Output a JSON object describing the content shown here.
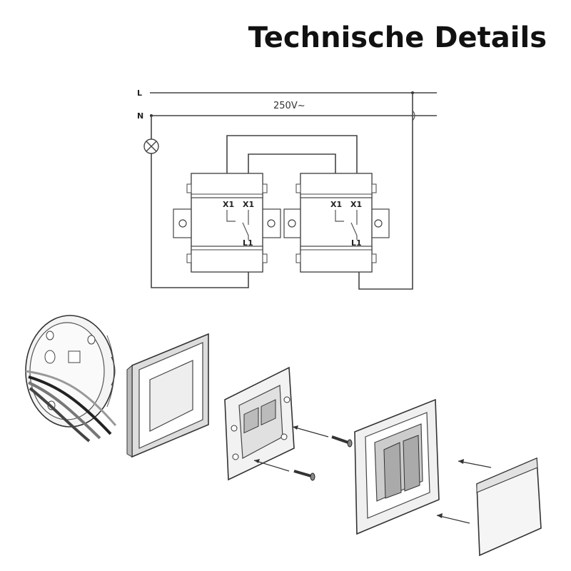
{
  "header": {
    "title": "Technische Details"
  },
  "schematic": {
    "line_label": "L",
    "neutral_label": "N",
    "voltage_label": "250V~",
    "switch_left": {
      "x1_a": "X1",
      "x1_b": "X1",
      "l1": "L1"
    },
    "switch_right": {
      "x1_a": "X1",
      "x1_b": "X1",
      "l1": "L1"
    }
  },
  "assembly": {
    "parts": [
      "flush-mounting-box",
      "frame",
      "switch-insert",
      "screws",
      "cover-frame",
      "rocker"
    ]
  }
}
